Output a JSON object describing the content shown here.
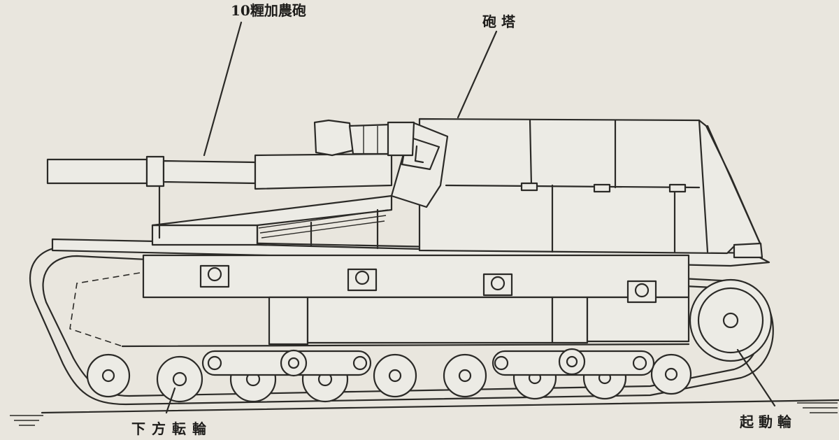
{
  "labels": {
    "gun": "10糎加農砲",
    "turret": "砲 塔",
    "road_wheel": "下方転輪",
    "drive_wheel": "起 動 輪"
  }
}
